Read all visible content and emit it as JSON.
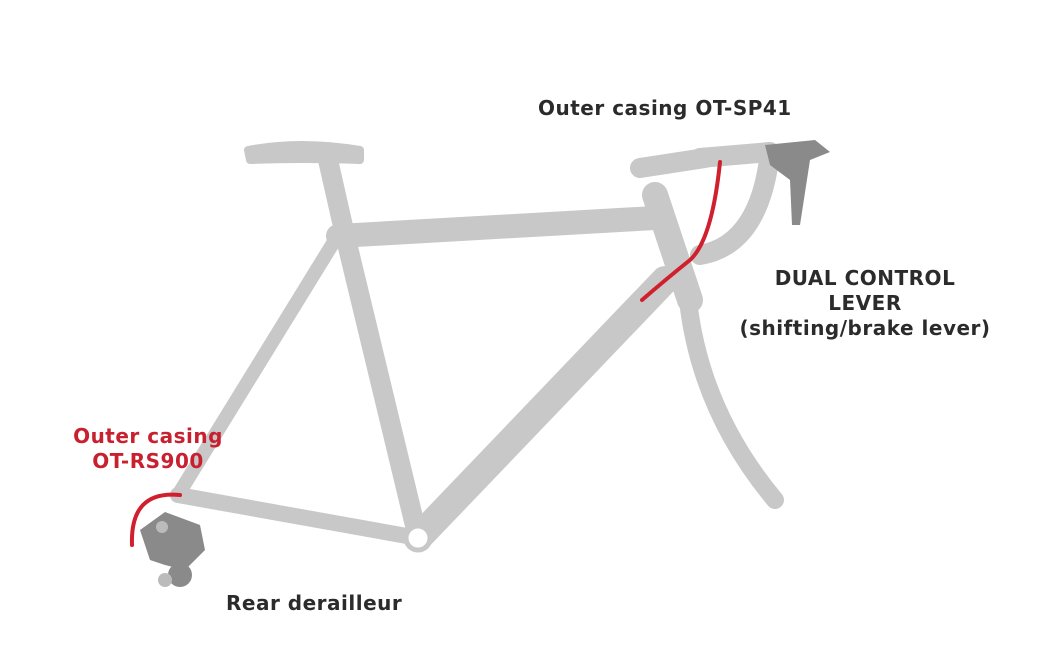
{
  "title": "Bicycle cable routing diagram",
  "labels": {
    "front_casing": "Outer casing OT-SP41",
    "lever_line1": "DUAL CONTROL",
    "lever_line2": "LEVER",
    "lever_line3": "(shifting/brake lever)",
    "rear_casing_line1": "Outer casing",
    "rear_casing_line2": "OT-RS900",
    "rear_derailleur": "Rear derailleur"
  },
  "colors": {
    "frame": "#c8c8c8",
    "components": "#8a8a8a",
    "cable": "#d0202e",
    "text": "#2b2b2b",
    "accent_text": "#c8202f"
  }
}
